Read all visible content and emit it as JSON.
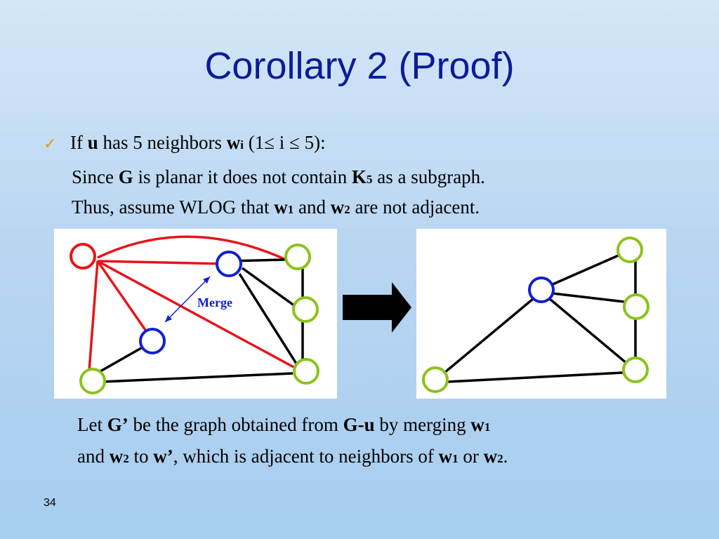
{
  "title": "Corollary 2 (Proof)",
  "bullet_icon": "checkmark-icon",
  "line1": {
    "t1": "If ",
    "u": "u",
    "t2": " has 5 neighbors ",
    "w": "w",
    "i": "i",
    "t3": " (1≤ i ≤ 5):"
  },
  "line2": {
    "t1": "Since ",
    "G": "G",
    "t2": " is planar it does not contain ",
    "K": "K",
    "five": "5",
    "t3": " as a subgraph."
  },
  "line3": {
    "t1": "Thus, assume WLOG that ",
    "w1": "w",
    "one": "1",
    "t2": " and ",
    "w2": "w",
    "two": "2",
    "t3": " are not adjacent."
  },
  "figure": {
    "merge_label": "Merge",
    "colors": {
      "red": "#e8141a",
      "blue": "#1020d0",
      "green": "#8cc21a",
      "black": "#000000"
    }
  },
  "line4": {
    "t1": "Let ",
    "Gp": "G’",
    "t2": " be the graph obtained from ",
    "Gu": "G-u",
    "t3": " by merging ",
    "w1": "w",
    "one": "1"
  },
  "line5": {
    "t1": "and ",
    "w2": "w",
    "two": "2",
    "t2": " to ",
    "wp": "w’",
    "t3": ", which is adjacent to neighbors of ",
    "w1": "w",
    "one": "1",
    "t4": " or ",
    "w2b": "w",
    "twob": "2",
    "t5": "."
  },
  "slide_number": "34"
}
